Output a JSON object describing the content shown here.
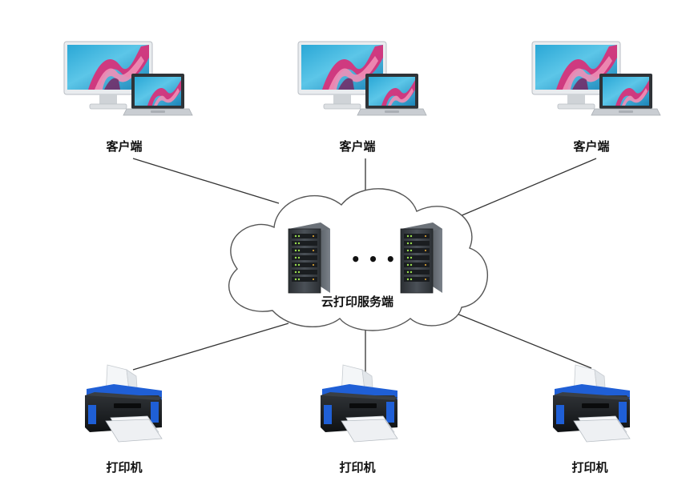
{
  "clients": [
    {
      "label": "客户端"
    },
    {
      "label": "客户端"
    },
    {
      "label": "客户端"
    }
  ],
  "cloud": {
    "label": "云打印服务端",
    "ellipsis": "• • •"
  },
  "printers": [
    {
      "label": "打印机"
    },
    {
      "label": "打印机"
    },
    {
      "label": "打印机"
    }
  ],
  "colors": {
    "line": "#333333",
    "cloud_stroke": "#555555",
    "printer_accent": "#1f5fd6",
    "server_body": "#3c4147"
  },
  "icons": {
    "client": "desktop-laptop-icon",
    "server": "server-rack-icon",
    "printer": "printer-icon",
    "cloud": "cloud-shape"
  }
}
